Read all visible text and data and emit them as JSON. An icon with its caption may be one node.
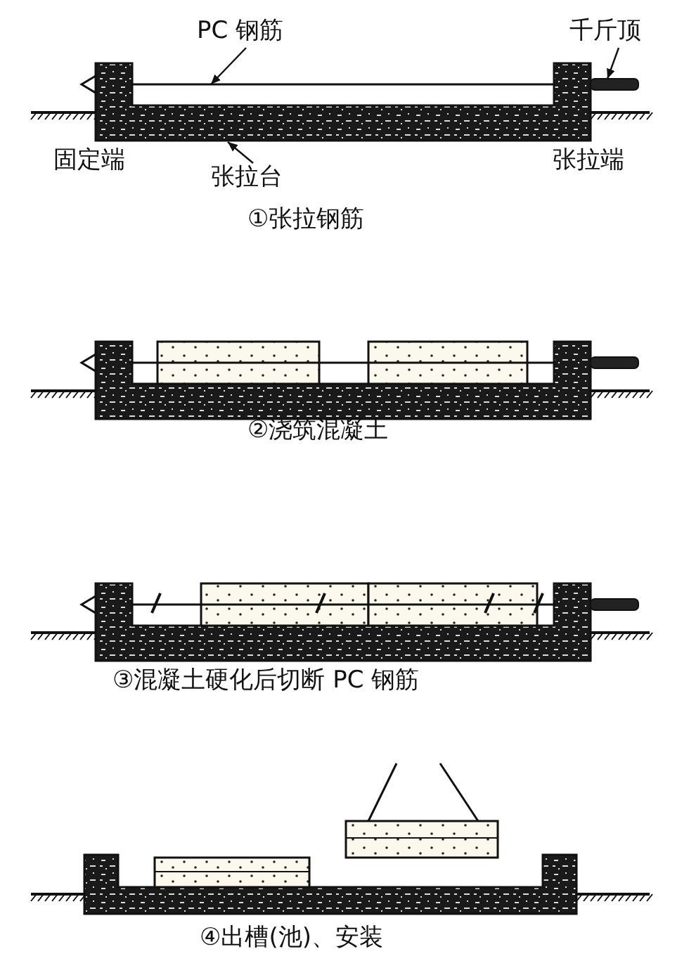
{
  "diagram": {
    "nodes": [
      {
        "text": [
          "PC 钢筋"
        ]
      },
      {
        "text": [
          "千斤顶"
        ]
      },
      {
        "text": [],
        "shape": "bar"
      },
      {
        "text": [],
        "shape": "cylinder"
      },
      {
        "text": [],
        "shape": "box"
      },
      {
        "text": [
          "张拉台"
        ]
      }
    ],
    "edges": [
      {
        "from": 0,
        "to": 2,
        "arrow": "to"
      },
      {
        "from": 1,
        "to": 3,
        "arrow": "to"
      },
      {
        "from": 5,
        "to": 4,
        "arrow": "to"
      }
    ],
    "labels": [
      "固定端",
      "张拉端",
      "①张拉钢筋",
      "②浇筑混凝土",
      "③混凝土硬化后切断 PC 钢筋",
      "④出槽(池)、安装"
    ]
  }
}
